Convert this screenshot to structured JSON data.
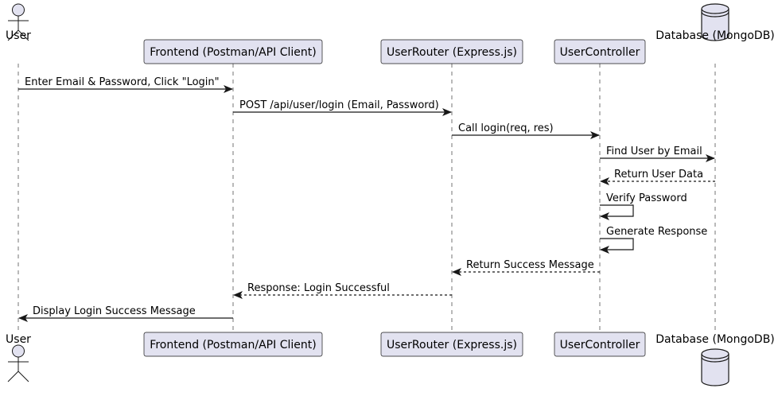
{
  "colors": {
    "participant_fill": "#e2e2f0",
    "participant_stroke": "#181818",
    "lifeline": "#181818",
    "arrow": "#181818",
    "background": "#ffffff"
  },
  "participants": [
    {
      "id": "user",
      "label": "User",
      "kind": "actor"
    },
    {
      "id": "frontend",
      "label": "Frontend (Postman/API Client)",
      "kind": "box"
    },
    {
      "id": "router",
      "label": "UserRouter (Express.js)",
      "kind": "box"
    },
    {
      "id": "controller",
      "label": "UserController",
      "kind": "box"
    },
    {
      "id": "database",
      "label": "Database (MongoDB)",
      "kind": "database"
    }
  ],
  "messages": [
    {
      "from": "user",
      "to": "frontend",
      "label": "Enter Email & Password, Click \"Login\"",
      "style": "solid"
    },
    {
      "from": "frontend",
      "to": "router",
      "label": "POST /api/user/login (Email, Password)",
      "style": "solid"
    },
    {
      "from": "router",
      "to": "controller",
      "label": "Call login(req, res)",
      "style": "solid"
    },
    {
      "from": "controller",
      "to": "database",
      "label": "Find User by Email",
      "style": "solid"
    },
    {
      "from": "database",
      "to": "controller",
      "label": "Return User Data",
      "style": "dashed"
    },
    {
      "from": "controller",
      "to": "controller",
      "label": "Verify Password",
      "style": "solid"
    },
    {
      "from": "controller",
      "to": "controller",
      "label": "Generate Response",
      "style": "solid"
    },
    {
      "from": "controller",
      "to": "router",
      "label": "Return Success Message",
      "style": "dashed"
    },
    {
      "from": "router",
      "to": "frontend",
      "label": "Response: Login Successful",
      "style": "dashed"
    },
    {
      "from": "frontend",
      "to": "user",
      "label": "Display Login Success Message",
      "style": "solid"
    }
  ]
}
